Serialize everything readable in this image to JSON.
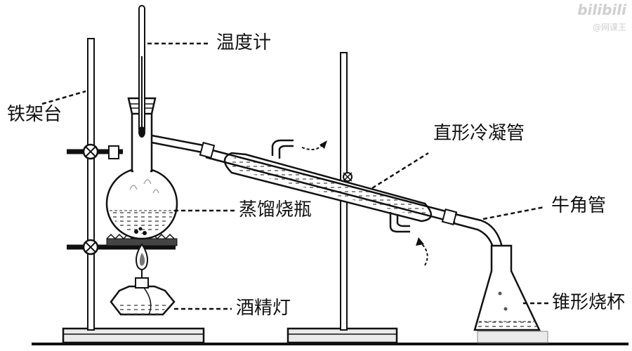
{
  "labels": {
    "thermometer": "温度计",
    "iron_stand": "铁架台",
    "condenser": "直形冷凝管",
    "adapter": "牛角管",
    "distilling_flask": "蒸馏烧瓶",
    "alcohol_lamp": "酒精灯",
    "conical_flask": "锥形烧杯"
  },
  "watermark": {
    "logo": "bilibili",
    "sub": "@网课王"
  },
  "colors": {
    "line": "#111111",
    "liquid": "#555555",
    "base": "#e6e6e6"
  }
}
